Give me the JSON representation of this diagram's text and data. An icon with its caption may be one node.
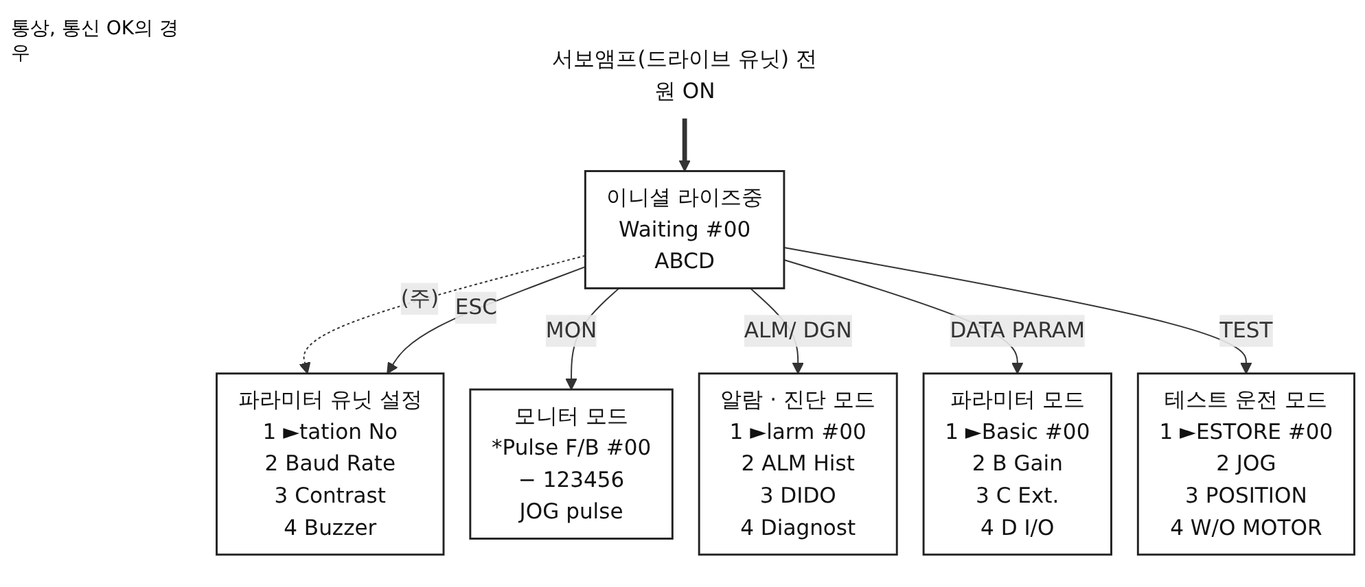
{
  "diagram": {
    "nodes": [
      {
        "text": [
          "서보앰프(드라이브 유닛) 전원 ON"
        ]
      },
      {
        "text": [
          "이니셜 라이즈중",
          "Waiting #00",
          "ABCD"
        ]
      },
      {
        "text": [
          "파라미터 유닛 설정",
          "1 ►tation No",
          "2 Baud Rate",
          "3 Contrast",
          "4 Buzzer"
        ]
      },
      {
        "text": [
          "모니터 모드",
          "*Pulse F/B #00",
          "− 123456",
          "JOG pulse"
        ]
      },
      {
        "text": [
          "알람 · 진단 모드",
          "1 ►larm #00",
          "2 ALM Hist",
          "3 DIDO",
          "4 Diagnost"
        ]
      },
      {
        "text": [
          "파라미터 모드",
          "1 ►Basic #00",
          "2 B Gain",
          "3 C Ext.",
          "4 D I/O"
        ]
      },
      {
        "text": [
          "테스트 운전 모드",
          "1 ►ESTORE #00",
          "2 JOG",
          "3 POSITION",
          "4 W/O MOTOR"
        ]
      }
    ],
    "edges": [
      {
        "from": 0,
        "to": 1,
        "arrow": "to",
        "style": "thick"
      },
      {
        "from": 1,
        "to": 2,
        "arrow": "to",
        "style": "dashed",
        "label": "(주)"
      },
      {
        "from": 1,
        "to": 2,
        "arrow": "to",
        "label": "ESC"
      },
      {
        "from": 1,
        "to": 3,
        "arrow": "to",
        "label": "MON"
      },
      {
        "from": 1,
        "to": 4,
        "arrow": "to",
        "label": "ALM/ DGN"
      },
      {
        "from": 1,
        "to": 5,
        "arrow": "to",
        "label": "DATA PARAM"
      },
      {
        "from": 1,
        "to": 6,
        "arrow": "to",
        "label": "TEST"
      }
    ],
    "labels": [
      "통상, 통신 OK의 경우"
    ]
  }
}
